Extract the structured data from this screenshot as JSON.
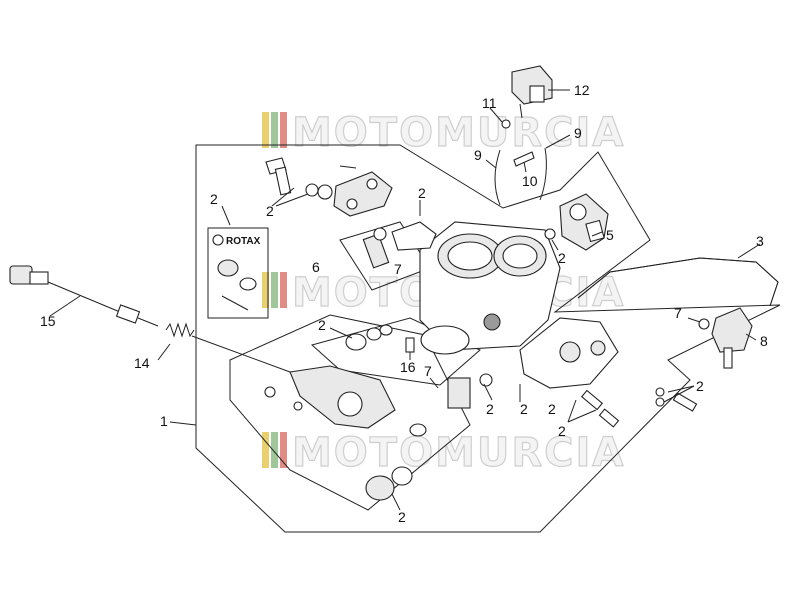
{
  "watermark": {
    "text": "MOTOMURCIA",
    "stripe_colors": [
      "#e9cf6e",
      "#9fc79a",
      "#e08c84"
    ]
  },
  "rotax_logo_text": "ROTAX",
  "callouts": {
    "c1": "1",
    "c2a": "2",
    "c2b": "2",
    "c2c": "2",
    "c2d": "2",
    "c2e": "2",
    "c2f": "2",
    "c2g": "2",
    "c2h": "2",
    "c2i": "2",
    "c2j": "2",
    "c2k": "2",
    "c3": "3",
    "c5": "5",
    "c6": "6",
    "c7a": "7",
    "c7b": "7",
    "c7c": "7",
    "c8": "8",
    "c9a": "9",
    "c9b": "9",
    "c10": "10",
    "c11": "11",
    "c12": "12",
    "c14": "14",
    "c15": "15",
    "c16": "16"
  }
}
